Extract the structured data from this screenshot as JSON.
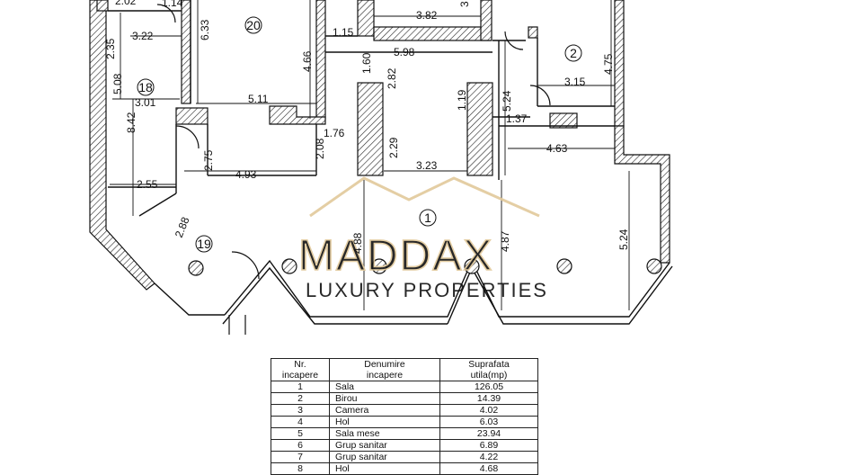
{
  "watermark": {
    "brand": "MADDAX",
    "tagline": "LUXURY PROPERTIES"
  },
  "rooms": {
    "r1": "1",
    "r2": "2",
    "r18": "18",
    "r19": "19",
    "r20": "20"
  },
  "dimensions": {
    "d01": "2.02",
    "d02": "1.14",
    "d03": "6.33",
    "d04": "3.82",
    "d05": "3",
    "d06": "2.35",
    "d07": "3.22",
    "d08": "1.15",
    "d09": "4.66",
    "d10": "5.98",
    "d11": "4.75",
    "d12": "5.08",
    "d13": "1.60",
    "d14": "2.82",
    "d15": "3.15",
    "d16": "3.01",
    "d17": "5.11",
    "d18": "1.19",
    "d19": "5.24",
    "d20": "8.42",
    "d21": "1.37",
    "d22": "1.76",
    "d23": "2.08",
    "d24": "2.29",
    "d25": "2.75",
    "d26": "3.23",
    "d27": "4.63",
    "d28": "4.93",
    "d29": "2.55",
    "d30": "2.88",
    "d31": "4.88",
    "d32": "4.87",
    "d33": "5.24"
  },
  "table": {
    "headers": {
      "nr_line1": "Nr.",
      "nr_line2": "incapere",
      "name_line1": "Denumire",
      "name_line2": "incapere",
      "area_line1": "Suprafata",
      "area_line2": "utila(mp)"
    },
    "rows": [
      {
        "nr": "1",
        "name": "Sala",
        "area": "126.05"
      },
      {
        "nr": "2",
        "name": "Birou",
        "area": "14.39"
      },
      {
        "nr": "3",
        "name": "Camera",
        "area": "4.02"
      },
      {
        "nr": "4",
        "name": "Hol",
        "area": "6.03"
      },
      {
        "nr": "5",
        "name": "Sala mese",
        "area": "23.94"
      },
      {
        "nr": "6",
        "name": "Grup sanitar",
        "area": "6.89"
      },
      {
        "nr": "7",
        "name": "Grup sanitar",
        "area": "4.22"
      },
      {
        "nr": "8",
        "name": "Hol",
        "area": "4.68"
      }
    ]
  }
}
